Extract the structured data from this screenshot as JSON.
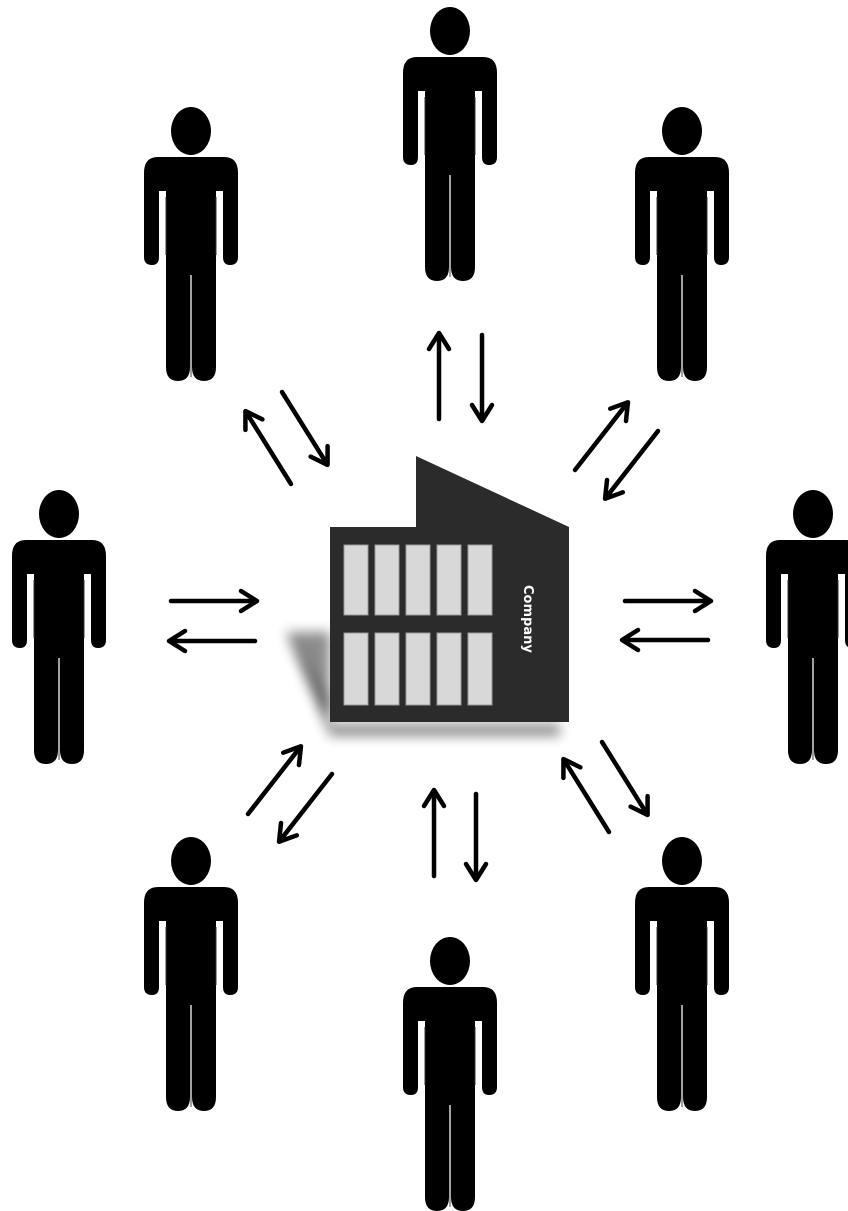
{
  "building": {
    "label": "Company",
    "body_color": "#2b2b2b",
    "window_color": "#d8d8d8",
    "label_color": "#ffffff"
  },
  "people": [
    {
      "position": "top-center"
    },
    {
      "position": "top-left"
    },
    {
      "position": "top-right"
    },
    {
      "position": "middle-left"
    },
    {
      "position": "middle-right"
    },
    {
      "position": "bottom-left"
    },
    {
      "position": "bottom-center"
    },
    {
      "position": "bottom-right"
    }
  ],
  "icons": {
    "person": "person-icon",
    "building": "building-icon",
    "arrow": "two-way-arrow-icon"
  },
  "colors": {
    "figure": "#000000",
    "arrow": "#000000",
    "background": "#ffffff"
  }
}
